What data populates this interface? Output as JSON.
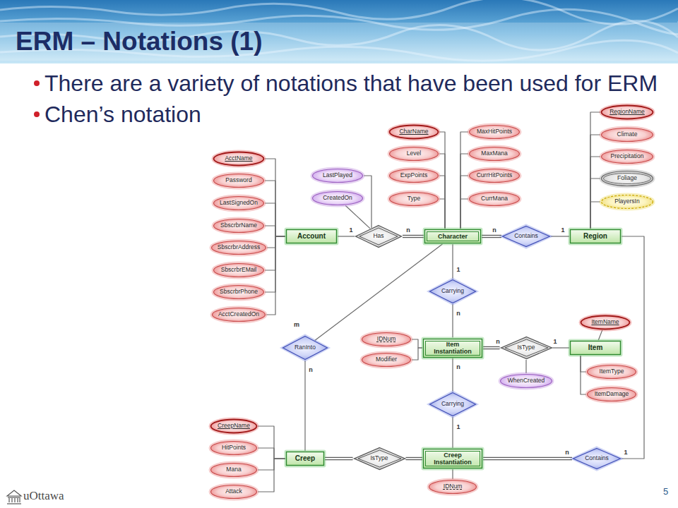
{
  "diagram": {
    "title": "ERM – Notations (1)",
    "nodes": [
      {
        "text": [
          "AcctName"
        ]
      },
      {
        "text": [
          "Password"
        ]
      },
      {
        "text": [
          "LastSignedOn"
        ]
      },
      {
        "text": [
          "SbscrbrName"
        ]
      },
      {
        "text": [
          "SbscrbrAddress"
        ]
      },
      {
        "text": [
          "SbscrbrEMail"
        ]
      },
      {
        "text": [
          "SbscrbrPhone"
        ]
      },
      {
        "text": [
          "AcctCreatedOn"
        ]
      },
      {
        "text": [
          "LastPlayed"
        ]
      },
      {
        "text": [
          "CreatedOn"
        ]
      },
      {
        "text": [
          "CharName"
        ]
      },
      {
        "text": [
          "Level"
        ]
      },
      {
        "text": [
          "ExpPoints"
        ]
      },
      {
        "text": [
          "Type"
        ]
      },
      {
        "text": [
          "MaxHitPoints"
        ]
      },
      {
        "text": [
          "MaxMana"
        ]
      },
      {
        "text": [
          "CurrHitPoints"
        ]
      },
      {
        "text": [
          "CurrMana"
        ]
      },
      {
        "text": [
          "RegionName"
        ]
      },
      {
        "text": [
          "Climate"
        ]
      },
      {
        "text": [
          "Precipitation"
        ]
      },
      {
        "text": [
          "Foliage"
        ]
      },
      {
        "text": [
          "PlayersIn"
        ]
      },
      {
        "text": [
          "Account"
        ]
      },
      {
        "text": [
          "Has"
        ]
      },
      {
        "text": [
          "Character"
        ]
      },
      {
        "text": [
          "Contains"
        ]
      },
      {
        "text": [
          "Region"
        ]
      },
      {
        "text": [
          "Carrying"
        ]
      },
      {
        "text": [
          "IDNum"
        ]
      },
      {
        "text": [
          "Modifier"
        ]
      },
      {
        "text": [
          "RanInto"
        ]
      },
      {
        "text": [
          "Item Instantiation"
        ]
      },
      {
        "text": [
          "IsType"
        ]
      },
      {
        "text": [
          "Item"
        ]
      },
      {
        "text": [
          "ItemName"
        ]
      },
      {
        "text": [
          "ItemType"
        ]
      },
      {
        "text": [
          "ItemDamage"
        ]
      },
      {
        "text": [
          "WhenCreated"
        ]
      },
      {
        "text": [
          "Carrying"
        ]
      },
      {
        "text": [
          "CreepName"
        ]
      },
      {
        "text": [
          "HitPoints"
        ]
      },
      {
        "text": [
          "Mana"
        ]
      },
      {
        "text": [
          "Attack"
        ]
      },
      {
        "text": [
          "Creep"
        ]
      },
      {
        "text": [
          "IsType"
        ]
      },
      {
        "text": [
          "Creep Instantiation"
        ]
      },
      {
        "text": [
          "Contains"
        ]
      },
      {
        "text": [
          "IDNum"
        ]
      }
    ],
    "edges": [
      {
        "from": 0,
        "to": 23,
        "arrow": "none"
      },
      {
        "from": 1,
        "to": 23,
        "arrow": "none"
      },
      {
        "from": 2,
        "to": 23,
        "arrow": "none"
      },
      {
        "from": 3,
        "to": 23,
        "arrow": "none"
      },
      {
        "from": 4,
        "to": 23,
        "arrow": "none"
      },
      {
        "from": 5,
        "to": 23,
        "arrow": "none"
      },
      {
        "from": 6,
        "to": 23,
        "arrow": "none"
      },
      {
        "from": 7,
        "to": 23,
        "arrow": "none"
      },
      {
        "from": 8,
        "to": 24,
        "arrow": "none"
      },
      {
        "from": 9,
        "to": 24,
        "arrow": "none"
      },
      {
        "from": 10,
        "to": 25,
        "arrow": "none"
      },
      {
        "from": 11,
        "to": 25,
        "arrow": "none"
      },
      {
        "from": 12,
        "to": 25,
        "arrow": "none"
      },
      {
        "from": 13,
        "to": 25,
        "arrow": "none"
      },
      {
        "from": 14,
        "to": 25,
        "arrow": "none"
      },
      {
        "from": 15,
        "to": 25,
        "arrow": "none"
      },
      {
        "from": 16,
        "to": 25,
        "arrow": "none"
      },
      {
        "from": 17,
        "to": 25,
        "arrow": "none"
      },
      {
        "from": 18,
        "to": 27,
        "arrow": "none"
      },
      {
        "from": 19,
        "to": 27,
        "arrow": "none"
      },
      {
        "from": 20,
        "to": 27,
        "arrow": "none"
      },
      {
        "from": 21,
        "to": 27,
        "arrow": "none"
      },
      {
        "from": 22,
        "to": 27,
        "arrow": "none"
      },
      {
        "from": 23,
        "to": 24,
        "arrow": "none",
        "label": "1"
      },
      {
        "from": 24,
        "to": 25,
        "arrow": "none",
        "label": "n"
      },
      {
        "from": 25,
        "to": 26,
        "arrow": "none",
        "label": "n"
      },
      {
        "from": 26,
        "to": 27,
        "arrow": "none",
        "label": "1"
      },
      {
        "from": 25,
        "to": 28,
        "arrow": "none",
        "label": "1"
      },
      {
        "from": 28,
        "to": 32,
        "arrow": "none",
        "label": "n"
      },
      {
        "from": 25,
        "to": 31,
        "arrow": "none",
        "label": "m"
      },
      {
        "from": 31,
        "to": 44,
        "arrow": "none",
        "label": "n"
      },
      {
        "from": 29,
        "to": 32,
        "arrow": "none"
      },
      {
        "from": 30,
        "to": 32,
        "arrow": "none"
      },
      {
        "from": 32,
        "to": 33,
        "arrow": "none",
        "label": "n"
      },
      {
        "from": 33,
        "to": 34,
        "arrow": "none",
        "label": "1"
      },
      {
        "from": 35,
        "to": 34,
        "arrow": "none"
      },
      {
        "from": 36,
        "to": 34,
        "arrow": "none"
      },
      {
        "from": 37,
        "to": 34,
        "arrow": "none"
      },
      {
        "from": 38,
        "to": 33,
        "arrow": "none"
      },
      {
        "from": 32,
        "to": 39,
        "arrow": "none",
        "label": "n"
      },
      {
        "from": 39,
        "to": 46,
        "arrow": "none",
        "label": "1"
      },
      {
        "from": 40,
        "to": 44,
        "arrow": "none"
      },
      {
        "from": 41,
        "to": 44,
        "arrow": "none"
      },
      {
        "from": 42,
        "to": 44,
        "arrow": "none"
      },
      {
        "from": 43,
        "to": 44,
        "arrow": "none"
      },
      {
        "from": 44,
        "to": 45,
        "arrow": "none"
      },
      {
        "from": 45,
        "to": 46,
        "arrow": "none"
      },
      {
        "from": 46,
        "to": 47,
        "arrow": "none",
        "label": "n"
      },
      {
        "from": 47,
        "to": 27,
        "arrow": "none",
        "label": "1"
      },
      {
        "from": 48,
        "to": 46,
        "arrow": "none"
      }
    ],
    "labels": [
      "There are a variety of notations that have been used for ERM",
      "Chen’s notation",
      "uOttawa",
      "5"
    ]
  }
}
